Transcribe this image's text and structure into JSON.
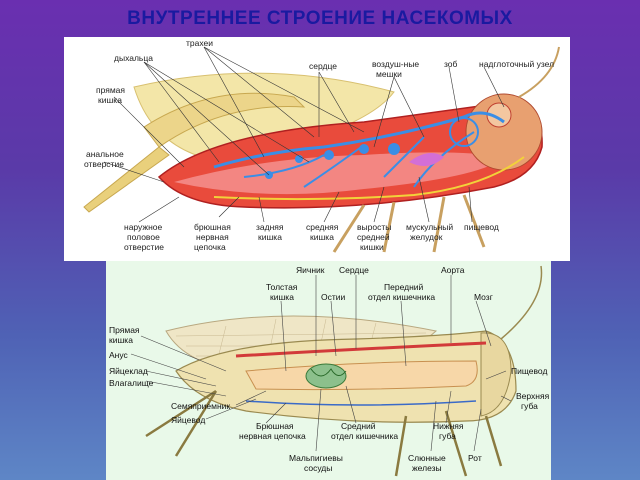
{
  "title": "ВНУТРЕННЕЕ СТРОЕНИЕ НАСЕКОМЫХ",
  "top_diagram": {
    "labels": {
      "trachei": "трахеи",
      "dyhaltsa": "дыхальца",
      "serdtse": "сердце",
      "vozdushnye_meshki_1": "воздуш-ные",
      "vozdushnye_meshki_2": "мешки",
      "zob": "зоб",
      "nadglotochny": "надглоточный узел",
      "pryamaya_kishka_1": "прямая",
      "pryamaya_kishka_2": "кишка",
      "analnoe_1": "анальное",
      "analnoe_2": "отверстие",
      "naruzh_1": "наружное",
      "naruzh_2": "половое",
      "naruzh_3": "отверстие",
      "bryush_1": "брюшная",
      "bryush_2": "нервная",
      "bryush_3": "цепочка",
      "zadnyaya_1": "задняя",
      "zadnyaya_2": "кишка",
      "srednyaya_1": "средняя",
      "srednyaya_2": "кишка",
      "vyrosty_1": "выросты",
      "vyrosty_2": "средней",
      "vyrosty_3": "кишки",
      "muskul_1": "мускульный",
      "muskul_2": "желудок",
      "pishchevod": "пищевод"
    }
  },
  "bottom_diagram": {
    "labels": {
      "yaichnik": "Яичник",
      "serdtse": "Сердце",
      "aorta": "Аорта",
      "tolstaya_1": "Толстая",
      "tolstaya_2": "кишка",
      "ostii": "Остии",
      "peredny_1": "Передний",
      "peredny_2": "отдел кишечника",
      "mozg": "Мозг",
      "pryamaya_1": "Прямая",
      "pryamaya_2": "кишка",
      "anus": "Анус",
      "yaytseklad": "Яйцеклад",
      "vlagalishche": "Влагалище",
      "pishchevod": "Пищевод",
      "verkhnyaya_1": "Верхняя",
      "verkhnyaya_2": "губа",
      "semepriemnik": "Семяприемник",
      "yaytsevod": "Яйцевод",
      "bryush_1": "Брюшная",
      "bryush_2": "нервная цепочка",
      "sredny_1": "Средний",
      "sredny_2": "отдел кишечника",
      "nizhnyaya_1": "Нижняя",
      "nizhnyaya_2": "губа",
      "malpig_1": "Мальпигиевы",
      "malpig_2": "сосуды",
      "slyunnye_1": "Слюнные",
      "slyunnye_2": "железы",
      "rot": "Рот"
    }
  },
  "colors": {
    "title": "#1a1aa0",
    "background_top": "#6a2fb0",
    "background_bottom": "#5e86c6",
    "bottom_panel": "#e9f9e9"
  }
}
